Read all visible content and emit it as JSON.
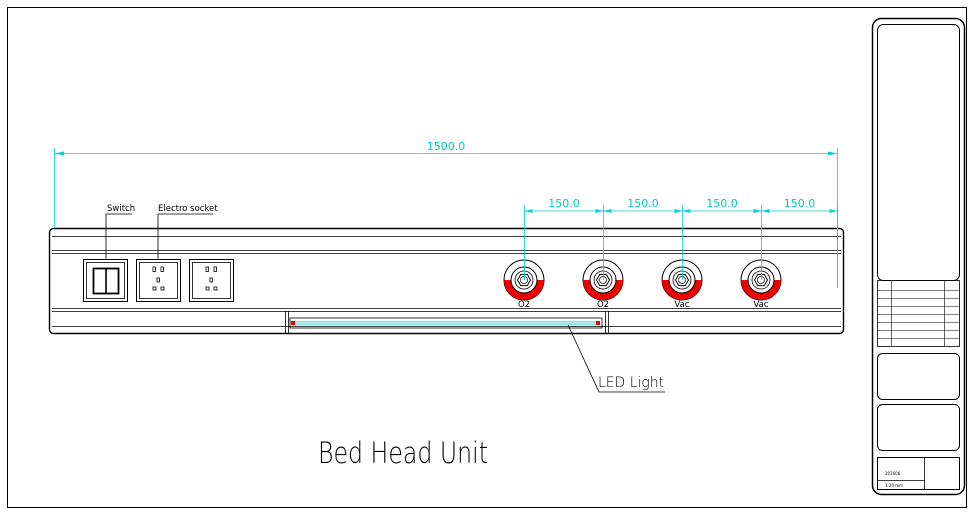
{
  "title": "Bed Head Unit",
  "labels": {
    "switch": "Switch",
    "electro_socket": "Electro socket",
    "led_light": "LED Light"
  },
  "dimensions": {
    "overall": "1500.0",
    "spacing": [
      "150.0",
      "150.0",
      "150.0",
      "150.0"
    ]
  },
  "gas_outlets": [
    {
      "label": "O2"
    },
    {
      "label": "O2"
    },
    {
      "label": "Vac"
    },
    {
      "label": "Vac"
    }
  ],
  "title_block": {
    "line1": "201606",
    "line2": "1:20 mm"
  },
  "colors": {
    "dimension": "#00d4d4",
    "outlet_red": "#ee0000",
    "outline": "#000000",
    "led_tube": "#7fe6e6"
  }
}
